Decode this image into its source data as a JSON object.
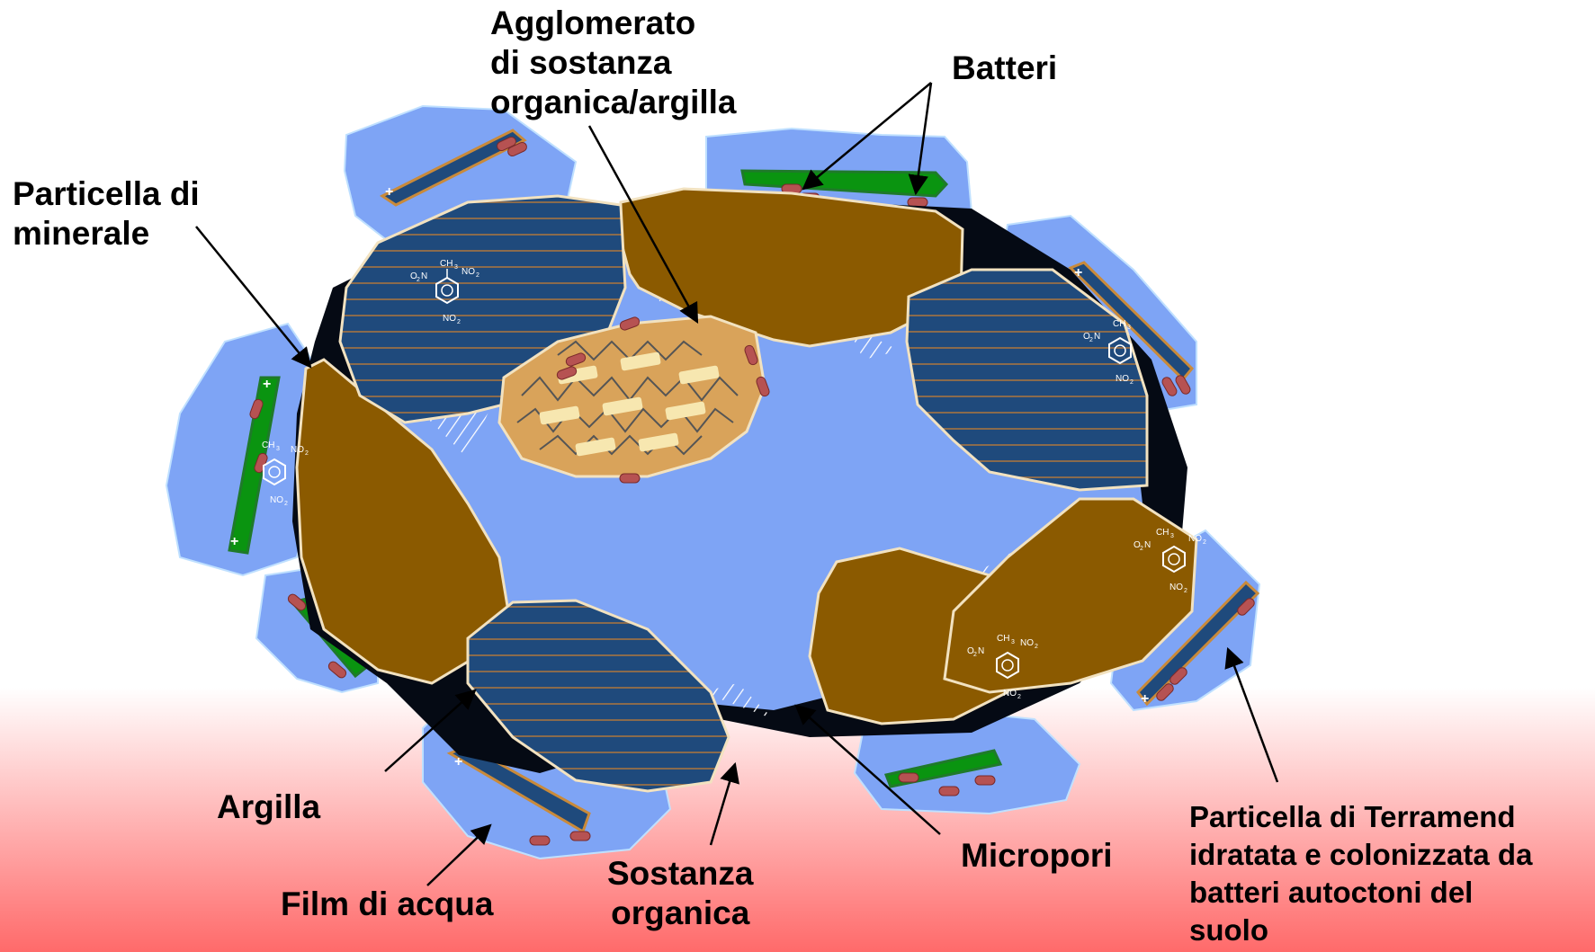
{
  "labels": {
    "agglomerato": "Agglomerato\ndi sostanza\norganica/argilla",
    "batteri": "Batteri",
    "particella_minerale": "Particella di\nminerale",
    "argilla": "Argilla",
    "film_acqua": "Film di acqua",
    "sostanza_organica": "Sostanza\norganica",
    "micropori": "Micropori",
    "particella_terramend": "Particella di Terramend\nidratata e colonizzata da\nbatteri autoctoni del\nsuolo"
  },
  "chem": {
    "ch3": "CH3",
    "o2n": "O2N",
    "no2": "NO2"
  },
  "icons": {
    "plus": "+"
  },
  "colors": {
    "water_film": "#7ea4f5",
    "mineral": "#8b5a00",
    "clay": "#1f4a7c",
    "bacteria": "#b65252",
    "green_root": "#0a9410",
    "organic_aggregate": "#d9a35a",
    "background_gradient_end": "#ff6a6a"
  }
}
